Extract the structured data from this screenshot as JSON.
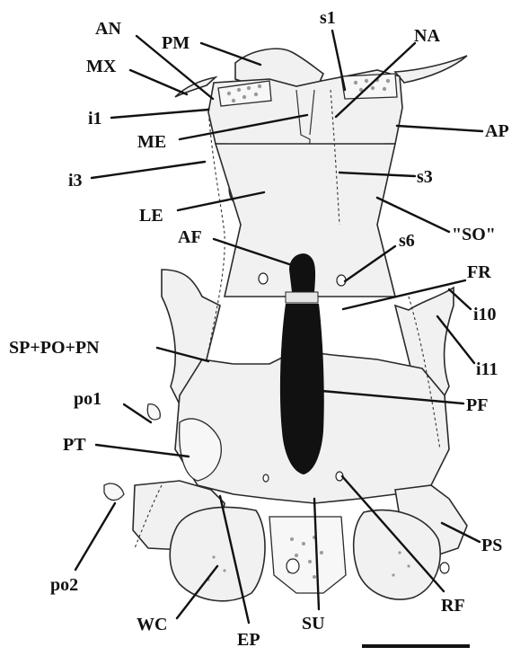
{
  "labels": {
    "AN": "AN",
    "PM": "PM",
    "s1": "s1",
    "NA": "NA",
    "MX": "MX",
    "i1": "i1",
    "ME": "ME",
    "AP": "AP",
    "i3": "i3",
    "s3": "s3",
    "LE": "LE",
    "SO": "\"SO\"",
    "AF": "AF",
    "s6": "s6",
    "FR": "FR",
    "i10": "i10",
    "SPPOPN": "SP+PO+PN",
    "i11": "i11",
    "po1": "po1",
    "PF": "PF",
    "PT": "PT",
    "PS": "PS",
    "po2": "po2",
    "WC": "WC",
    "RF": "RF",
    "SU": "SU",
    "EP": "EP"
  },
  "colors": {
    "ink": "#111111",
    "bone_fill": "#f1f1f1",
    "fontanel": "#111111"
  }
}
